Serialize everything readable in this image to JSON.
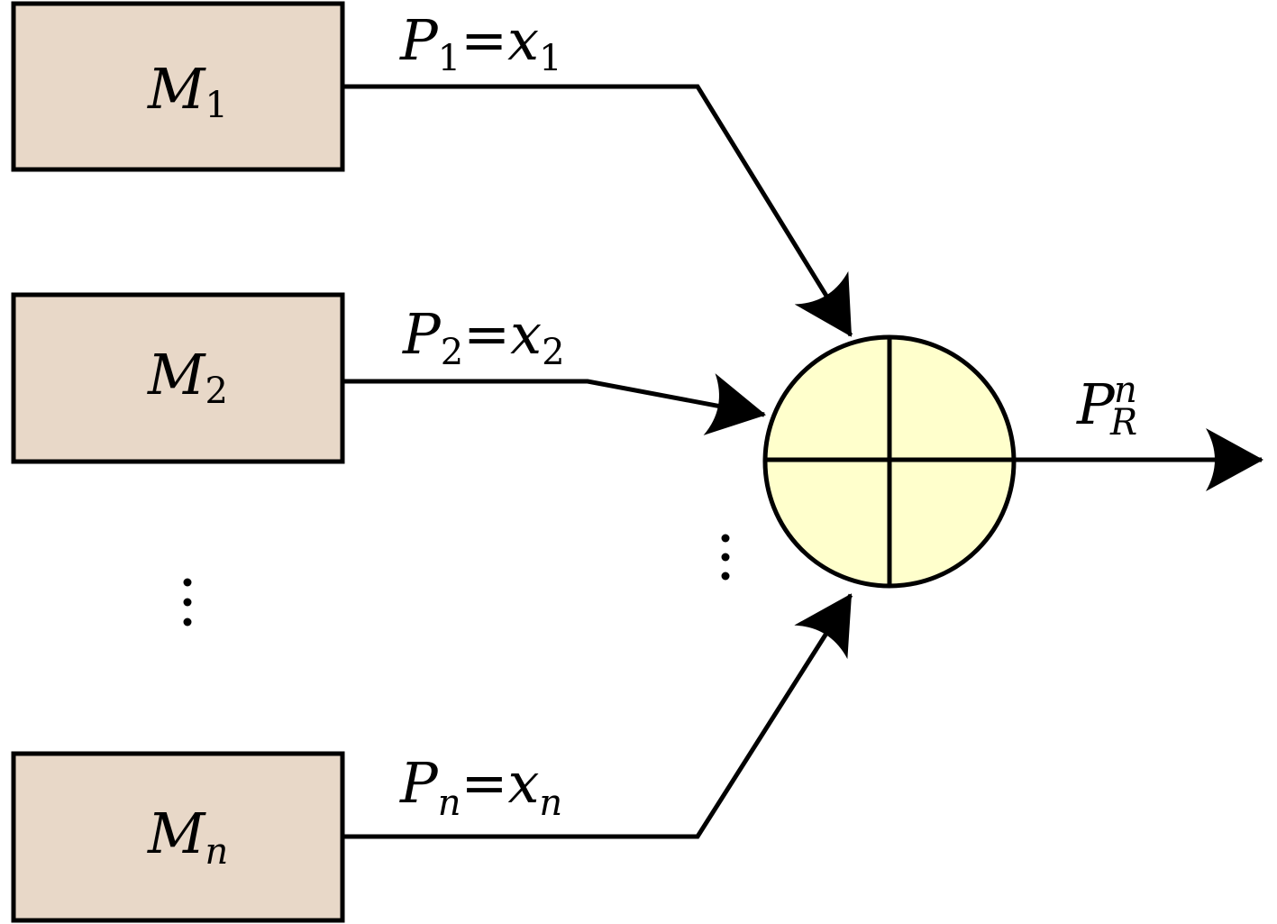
{
  "colors": {
    "module_fill": "#e8d8c8",
    "summer_fill": "#ffffcc",
    "stroke": "#000000"
  },
  "modules": [
    {
      "symbol": "M",
      "sub": "1"
    },
    {
      "symbol": "M",
      "sub": "2"
    },
    {
      "symbol": "M",
      "sub": "n"
    }
  ],
  "edges": [
    {
      "lhs": "P",
      "lhs_sub": "1",
      "eq": "=",
      "rhs": "x",
      "rhs_sub": "1"
    },
    {
      "lhs": "P",
      "lhs_sub": "2",
      "eq": "=",
      "rhs": "x",
      "rhs_sub": "2"
    },
    {
      "lhs": "P",
      "lhs_sub": "n",
      "eq": "=",
      "rhs": "x",
      "rhs_sub": "n"
    }
  ],
  "output": {
    "symbol": "P",
    "sup": "n",
    "sub": "R"
  }
}
